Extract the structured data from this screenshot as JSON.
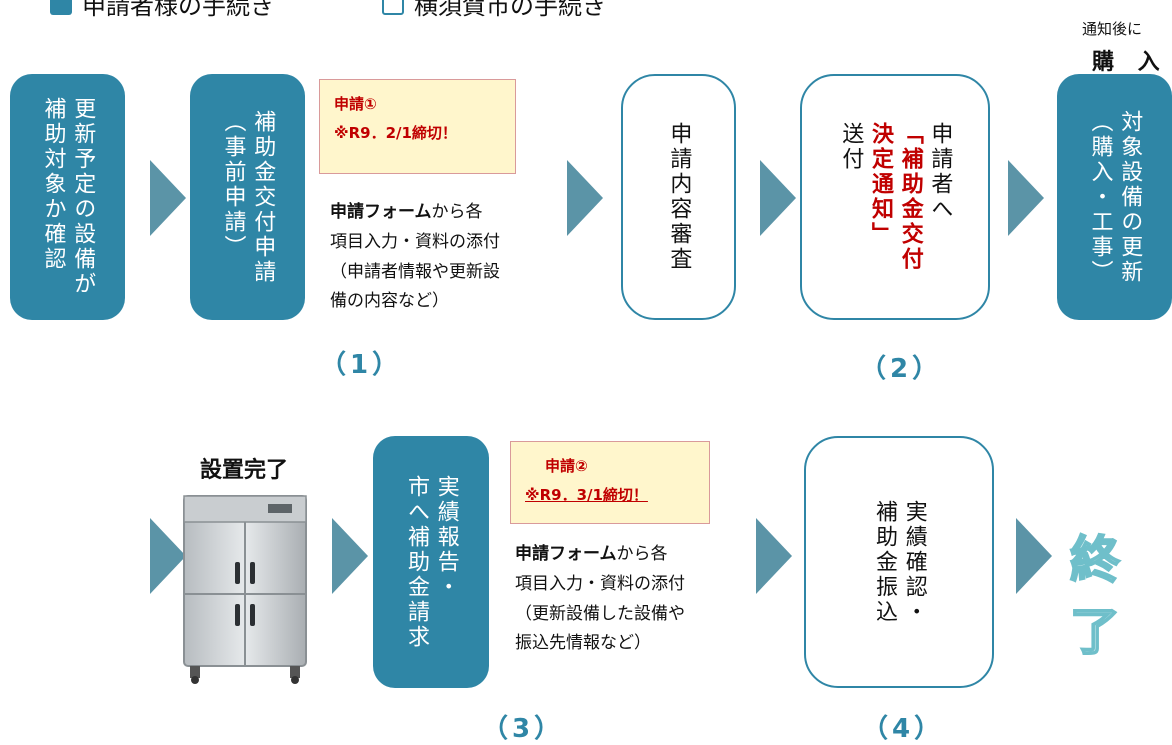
{
  "legend": {
    "applicant": "申請者様の手続き",
    "city": "横須賀市の手続き"
  },
  "purchase": {
    "small": "通知後に",
    "big": "購 入"
  },
  "row1": {
    "step_confirm": {
      "col1": "補助対象か確認",
      "col2": "更新予定の設備が"
    },
    "step_apply": {
      "col1": "（事前申請）",
      "col2": "補助金交付申請"
    },
    "note1": {
      "title": "申請①",
      "deadline": "※R9．2/1締切！"
    },
    "desc1": {
      "bold": "申請フォーム",
      "line1_rest": "から各",
      "line2": "項目入力・資料の添付",
      "line3": "（申請者情報や更新設",
      "line4": "備の内容など）"
    },
    "step_review": {
      "text": "申請内容審査"
    },
    "step_notice": {
      "col1": "申請者へ",
      "col2_red": "「補助金交付",
      "col3_red": "決定通知」",
      "col4": "送付"
    },
    "step_update": {
      "col1": "（購入・工事）",
      "col2": "対象設備の更新"
    },
    "num1": "（1）",
    "num2": "（2）"
  },
  "row2": {
    "install_done": "設置完了",
    "step_report": {
      "col1": "市へ補助金請求",
      "col2": "実績報告・"
    },
    "note2": {
      "title": "申請②",
      "deadline": "※R9．3/1締切！"
    },
    "desc2": {
      "bold": "申請フォーム",
      "line1_rest": "から各",
      "line2": "項目入力・資料の添付",
      "line3": "（更新設備した設備や",
      "line4": "振込先情報など）"
    },
    "step_confirm_pay": {
      "col1": "補助金振込",
      "col2": "実績確認・"
    },
    "end": "終了",
    "num3": "（3）",
    "num4": "（4）"
  }
}
